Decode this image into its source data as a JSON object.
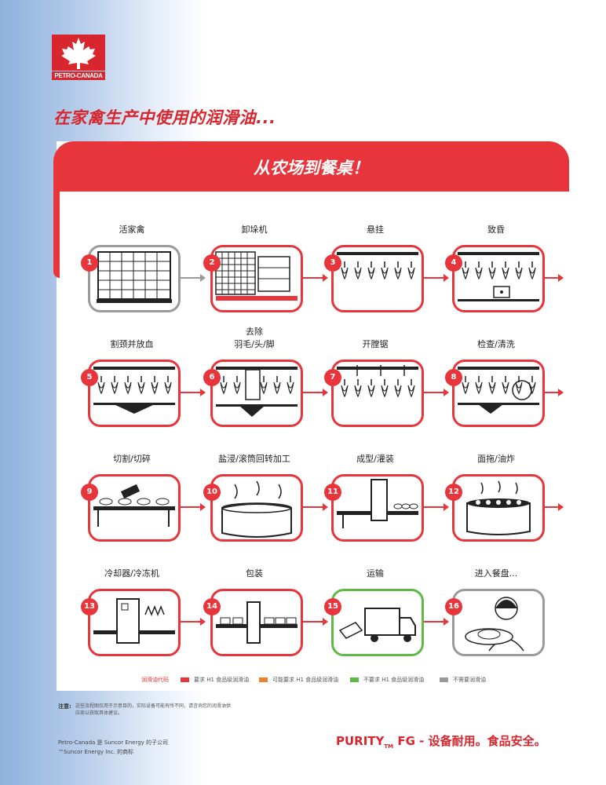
{
  "brand": {
    "logo_text": "PETRO-CANADA"
  },
  "headline": "在家禽生产中使用的润滑油...",
  "banner": "从农场到餐桌！",
  "colors": {
    "red": "#e8353c",
    "orange": "#f07f2b",
    "green": "#5fb946",
    "gray": "#9a9a9a"
  },
  "steps": [
    {
      "num": "1",
      "label": "活家禽",
      "status": "gray"
    },
    {
      "num": "2",
      "label": "卸垛机",
      "status": "red"
    },
    {
      "num": "3",
      "label": "悬挂",
      "status": "red"
    },
    {
      "num": "4",
      "label": "致昏",
      "status": "red"
    },
    {
      "num": "5",
      "label": "割颈并放血",
      "status": "red"
    },
    {
      "num": "6",
      "label_line1": "去除",
      "label": "羽毛/头/脚",
      "status": "red"
    },
    {
      "num": "7",
      "label": "开膛锯",
      "status": "red"
    },
    {
      "num": "8",
      "label": "检查/清洗",
      "status": "red"
    },
    {
      "num": "9",
      "label": "切割/切碎",
      "status": "red"
    },
    {
      "num": "10",
      "label": "盐浸/滚筒回转加工",
      "status": "red"
    },
    {
      "num": "11",
      "label": "成型/灌装",
      "status": "red"
    },
    {
      "num": "12",
      "label": "面拖/油炸",
      "status": "red"
    },
    {
      "num": "13",
      "label": "冷却器/冷冻机",
      "status": "red"
    },
    {
      "num": "14",
      "label": "包装",
      "status": "red"
    },
    {
      "num": "15",
      "label": "运输",
      "status": "green"
    },
    {
      "num": "16",
      "label": "进入餐盘...",
      "status": "gray"
    }
  ],
  "legend": {
    "title": "润滑油代码",
    "items": [
      {
        "text": "要求 H1 食品级润滑油",
        "color": "#e8353c"
      },
      {
        "text": "可能要求 H1 食品级润滑油",
        "color": "#f07f2b"
      },
      {
        "text": "不要求 H1 食品级润滑油",
        "color": "#5fb946"
      },
      {
        "text": "不需要润滑油",
        "color": "#9a9a9a"
      }
    ]
  },
  "note": {
    "label": "注意:",
    "text": "这些流程图仅用于示意目的，实际设备可能有所不同，请咨询您的润滑油供应商以获取具体建议。"
  },
  "footer": {
    "company_line1": "Petro-Canada 是 Suncor Energy 的子公司",
    "company_line2": "™Suncor Energy Inc. 的商标",
    "tagline_a": "PURITY",
    "tagline_tm": "TM",
    "tagline_b": "FG - 设备耐用。食品安全。"
  }
}
